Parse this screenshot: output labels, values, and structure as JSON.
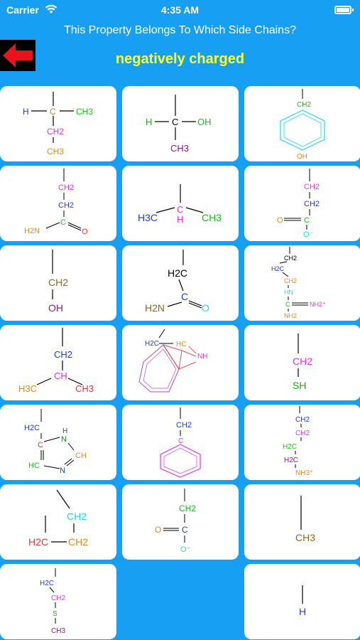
{
  "status": {
    "carrier": "Carrier",
    "time": "4:35 AM"
  },
  "header": {
    "question": "This Property Belongs To Which Side Chains?",
    "answer": "negatively charged"
  },
  "tiles": {
    "t1": {
      "l1": "H",
      "l2": "C",
      "l3": "CH3",
      "l4": "CH2",
      "l5": "CH3"
    },
    "t2": {
      "l1": "H",
      "l2": "C",
      "l3": "OH",
      "l4": "CH3"
    },
    "t3": {
      "l1": "CH2",
      "l2": "OH"
    },
    "t4": {
      "l1": "CH2",
      "l2": "CH2",
      "l3": "C",
      "l4": "H2N",
      "l5": "O"
    },
    "t5": {
      "l1": "H3C",
      "l2": "C",
      "l3": "CH3",
      "l4": "H"
    },
    "t6": {
      "l1": "CH2",
      "l2": "CH2",
      "l3": "O",
      "l4": "C",
      "l5": "O⁻"
    },
    "t7": {
      "l1": "CH2",
      "l2": "OH"
    },
    "t8": {
      "l1": "H2C",
      "l2": "C",
      "l3": "H2N",
      "l4": "O"
    },
    "t9": {
      "l1": "CH2",
      "l2": "H2C",
      "l3": "CH2",
      "l4": "HN",
      "l5": "C",
      "l6": "NH2⁺",
      "l7": "NH2"
    },
    "t10": {
      "l1": "CH2",
      "l2": "CH",
      "l3": "H3C",
      "l4": "CH3"
    },
    "t11": {
      "l1": "H2C",
      "l2": "HC",
      "l3": "NH"
    },
    "t12": {
      "l1": "CH2",
      "l2": "SH"
    },
    "t13": {
      "l1": "H2C",
      "l2": "C",
      "l3": "H",
      "l4": "N",
      "l5": "CH",
      "l6": "HC",
      "l7": "N"
    },
    "t14": {
      "l1": "CH2",
      "l2": "C"
    },
    "t15": {
      "l1": "CH2",
      "l2": "CH2",
      "l3": "H2C",
      "l4": "H2C",
      "l5": "NH3⁺"
    },
    "t16": {
      "l1": "CH2",
      "l2": "H2C",
      "l3": "CH2"
    },
    "t17": {
      "l1": "CH2",
      "l2": "O",
      "l3": "C",
      "l4": "O⁻"
    },
    "t18": {
      "l1": "CH3"
    },
    "t19": {
      "l1": "H2C",
      "l2": "CH2",
      "l3": "S",
      "l4": "CH3"
    },
    "t20": {
      "l1": "H"
    }
  },
  "colors": {
    "background": "#17a0f3",
    "answer": "#ffff33",
    "back_arrow": "#e8141a"
  }
}
